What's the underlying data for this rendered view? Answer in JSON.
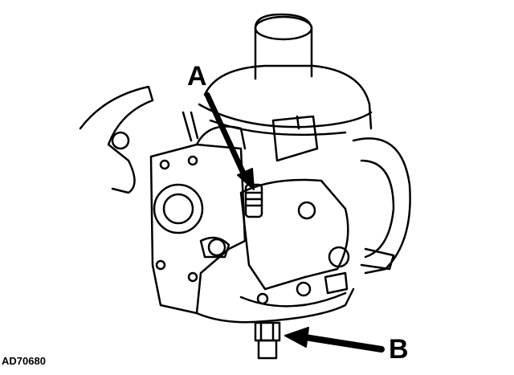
{
  "callouts": {
    "a": "A",
    "b": "B"
  },
  "reference_code": "AD70680"
}
